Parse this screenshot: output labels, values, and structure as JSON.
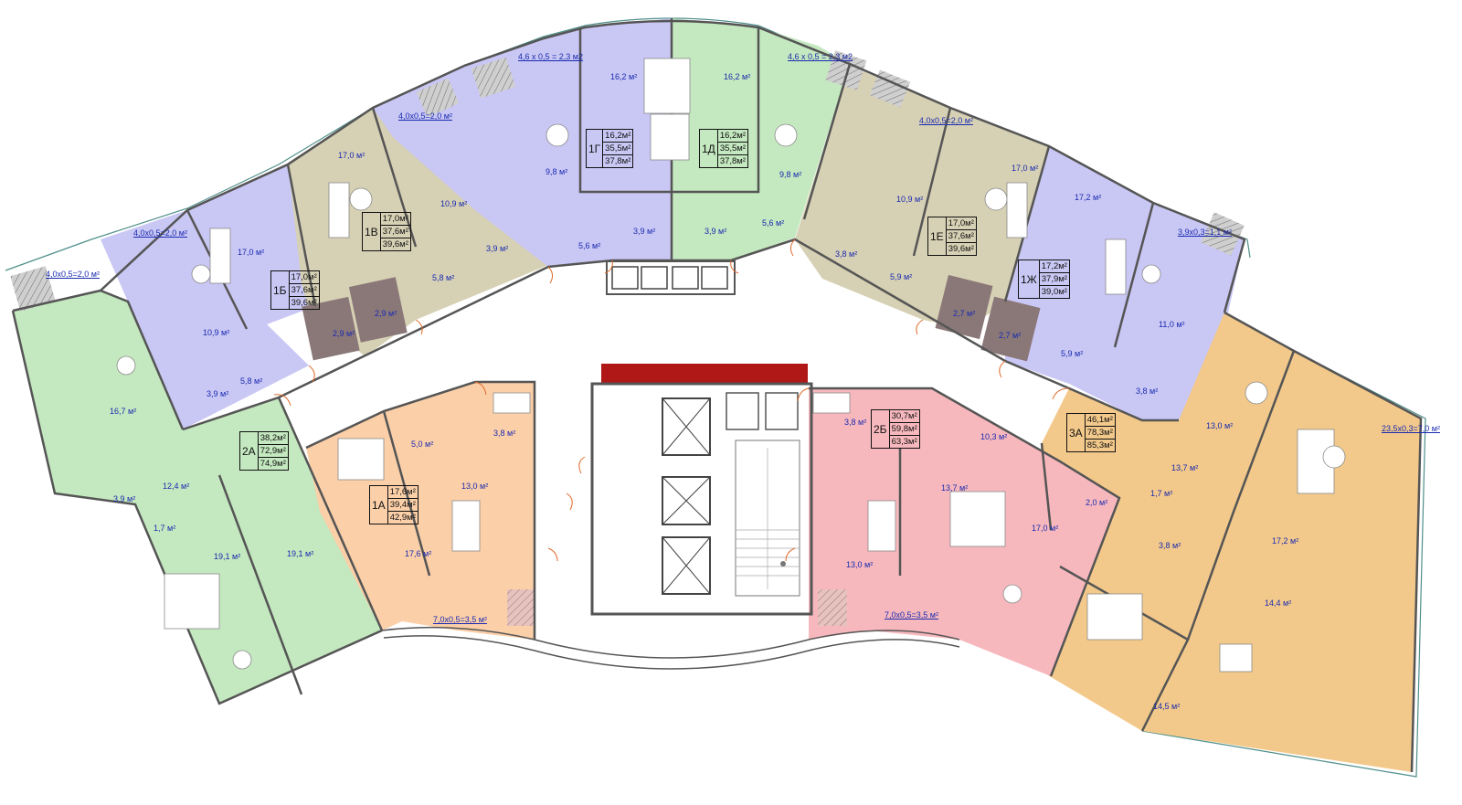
{
  "colors": {
    "violet": "#c9c7f4",
    "green": "#c4e8bf",
    "beige": "#d6d0b4",
    "peach": "#fbcfa8",
    "pink": "#f7b8bd",
    "orange": "#f2c98b",
    "storage": "#8a7878",
    "stairs_bar": "#b01818",
    "wall": "#555555",
    "label": "#1a2bb0",
    "door": "#e06a2a"
  },
  "apartments": [
    {
      "id": "1А",
      "living": "17,6м²",
      "total": "39,4м²",
      "with_balcony": "42,9м²"
    },
    {
      "id": "1Б",
      "living": "17,0м²",
      "total": "37,6м²",
      "with_balcony": "39,6м²"
    },
    {
      "id": "1В",
      "living": "17,0м²",
      "total": "37,6м²",
      "with_balcony": "39,6м²"
    },
    {
      "id": "1Г",
      "living": "16,2м²",
      "total": "35,5м²",
      "with_balcony": "37,8м²"
    },
    {
      "id": "1Д",
      "living": "16,2м²",
      "total": "35,5м²",
      "with_balcony": "37,8м²"
    },
    {
      "id": "1Е",
      "living": "17,0м²",
      "total": "37,6м²",
      "with_balcony": "39,6м²"
    },
    {
      "id": "1Ж",
      "living": "17,2м²",
      "total": "37,9м²",
      "with_balcony": "39,0м²"
    },
    {
      "id": "2А",
      "living": "38,2м²",
      "total": "72,9м²",
      "with_balcony": "74,9м²"
    },
    {
      "id": "2Б",
      "living": "30,7м²",
      "total": "59,8м²",
      "with_balcony": "63,3м²"
    },
    {
      "id": "3А",
      "living": "46,1м²",
      "total": "78,3м²",
      "with_balcony": "85,3м²"
    }
  ],
  "room_labels": [
    "16,7 м²",
    "3,9 м²",
    "12,4 м²",
    "1,7 м²",
    "19,1 м²",
    "19,1 м²",
    "10,9 м²",
    "17,0 м²",
    "3,9 м²",
    "5,8 м²",
    "2,9 м²",
    "17,0 м²",
    "2,9 м²",
    "10,9 м²",
    "5,8 м²",
    "3,9 м²",
    "9,8 м²",
    "16,2 м²",
    "5,6 м²",
    "3,9 м²",
    "16,2 м²",
    "9,8 м²",
    "3,9 м²",
    "5,6 м²",
    "10,9 м²",
    "3,8 м²",
    "5,9 м²",
    "2,7 м²",
    "17,0 м²",
    "2,7 м²",
    "17,2 м²",
    "5,9 м²",
    "11,0 м²",
    "3,8 м²",
    "5,0 м²",
    "3,8 м²",
    "13,0 м²",
    "17,6 м²",
    "3,8 м²",
    "10,3 м²",
    "13,7 м²",
    "2,0 м²",
    "17,0 м²",
    "13,0 м²",
    "13,0 м²",
    "13,7 м²",
    "1,7 м²",
    "3,8 м²",
    "17,2 м²",
    "14,4 м²",
    "14,5 м²"
  ],
  "balcony_labels": [
    "4,0x0,5=2,0 м²",
    "4,0x0,5=2,0 м²",
    "4,0x0,5=2,0 м²",
    "4,6 x 0,5 = 2,3 м2",
    "4,6 x 0,5 = 2,3 м2",
    "4,0x0,5=2,0 м²",
    "3,9x0,3=1,1 м²",
    "23,5x0,3=7,0 м²",
    "7,0x0,5=3,5 м²",
    "7,0x0,5=3,5 м²"
  ]
}
